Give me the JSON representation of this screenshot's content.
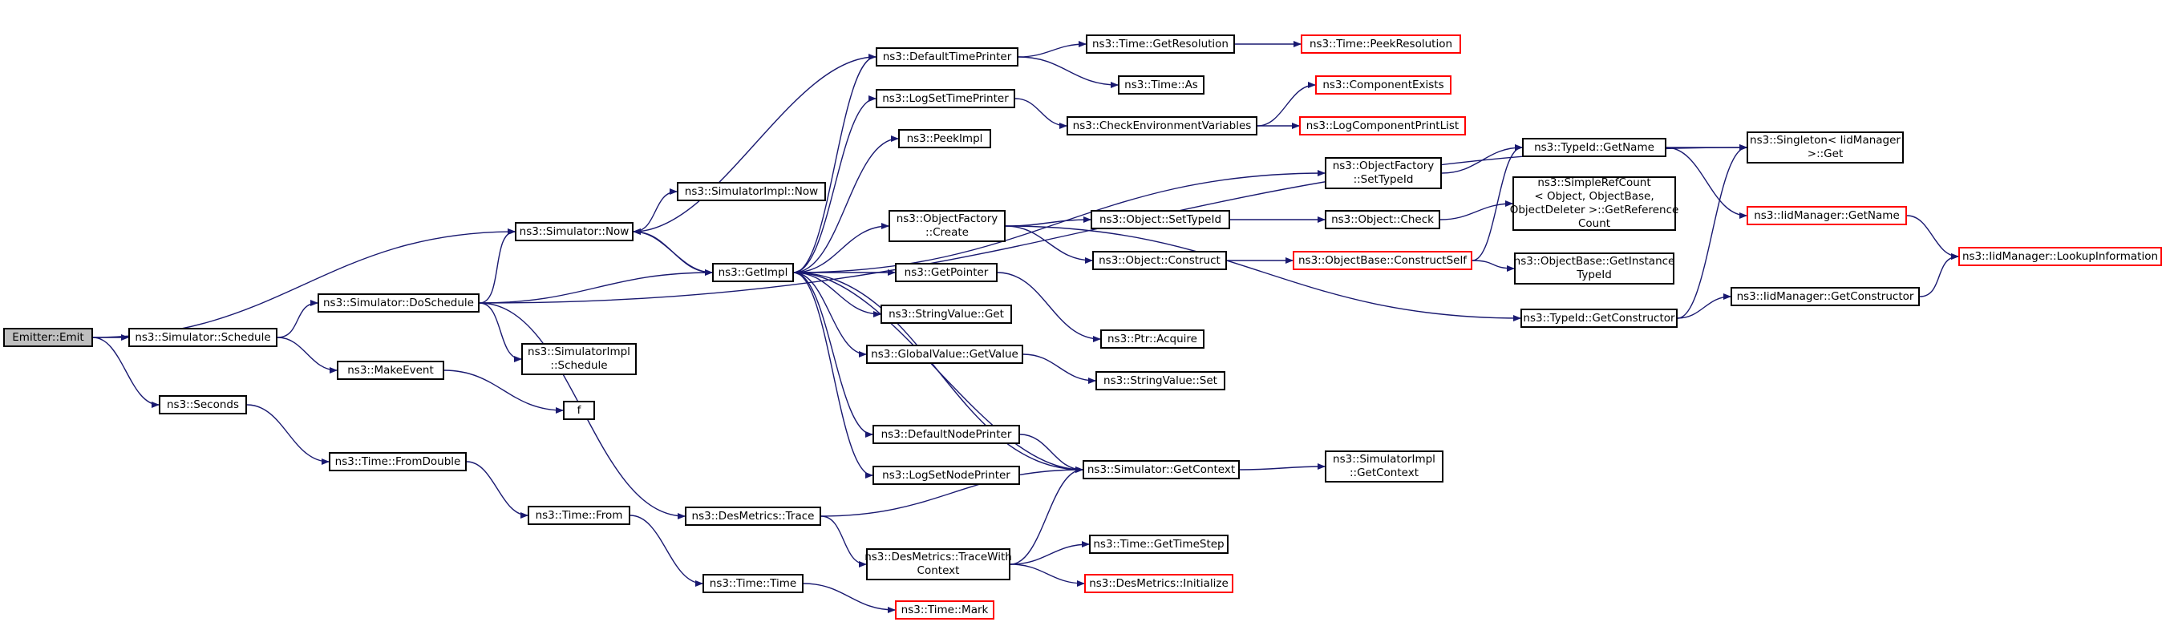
{
  "colors": {
    "edge": "#191970",
    "node_border": "#000000",
    "truncated_border": "#ff0000",
    "root_fill": "#bfbfbf",
    "background": "#ffffff"
  },
  "nodes": [
    {
      "id": "emit",
      "lines": [
        "Emitter::Emit"
      ],
      "root": true
    },
    {
      "id": "sim_schedule",
      "lines": [
        "ns3::Simulator::Schedule"
      ]
    },
    {
      "id": "seconds",
      "lines": [
        "ns3::Seconds"
      ]
    },
    {
      "id": "sim_now",
      "lines": [
        "ns3::Simulator::Now"
      ]
    },
    {
      "id": "sim_doschedule",
      "lines": [
        "ns3::Simulator::DoSchedule"
      ]
    },
    {
      "id": "makeevent",
      "lines": [
        "ns3::MakeEvent"
      ]
    },
    {
      "id": "f",
      "lines": [
        "f"
      ]
    },
    {
      "id": "time_fromdouble",
      "lines": [
        "ns3::Time::FromDouble"
      ]
    },
    {
      "id": "time_from",
      "lines": [
        "ns3::Time::From"
      ]
    },
    {
      "id": "time_time",
      "lines": [
        "ns3::Time::Time"
      ]
    },
    {
      "id": "time_mark",
      "lines": [
        "ns3::Time::Mark"
      ],
      "red": true
    },
    {
      "id": "simimpl_now",
      "lines": [
        "ns3::SimulatorImpl::Now"
      ]
    },
    {
      "id": "simimpl_schedule",
      "lines": [
        "ns3::SimulatorImpl",
        "::Schedule"
      ]
    },
    {
      "id": "getimpl",
      "lines": [
        "ns3::GetImpl"
      ]
    },
    {
      "id": "desmetrics_trace",
      "lines": [
        "ns3::DesMetrics::Trace"
      ]
    },
    {
      "id": "desmetrics_tracewith",
      "lines": [
        "ns3::DesMetrics::TraceWith",
        "Context"
      ]
    },
    {
      "id": "desmetrics_init",
      "lines": [
        "ns3::DesMetrics::Initialize"
      ],
      "red": true
    },
    {
      "id": "time_gettimestep",
      "lines": [
        "ns3::Time::GetTimeStep"
      ]
    },
    {
      "id": "default_time_printer",
      "lines": [
        "ns3::DefaultTimePrinter"
      ]
    },
    {
      "id": "logset_time_printer",
      "lines": [
        "ns3::LogSetTimePrinter"
      ]
    },
    {
      "id": "peekimpl",
      "lines": [
        "ns3::PeekImpl"
      ]
    },
    {
      "id": "objfactory_create",
      "lines": [
        "ns3::ObjectFactory",
        "::Create"
      ]
    },
    {
      "id": "getpointer",
      "lines": [
        "ns3::GetPointer"
      ]
    },
    {
      "id": "stringvalue_get",
      "lines": [
        "ns3::StringValue::Get"
      ]
    },
    {
      "id": "globalvalue_getvalue",
      "lines": [
        "ns3::GlobalValue::GetValue"
      ]
    },
    {
      "id": "default_node_printer",
      "lines": [
        "ns3::DefaultNodePrinter"
      ]
    },
    {
      "id": "logset_node_printer",
      "lines": [
        "ns3::LogSetNodePrinter"
      ]
    },
    {
      "id": "sim_getcontext",
      "lines": [
        "ns3::Simulator::GetContext"
      ]
    },
    {
      "id": "simimpl_getcontext",
      "lines": [
        "ns3::SimulatorImpl",
        "::GetContext"
      ]
    },
    {
      "id": "time_getresolution",
      "lines": [
        "ns3::Time::GetResolution"
      ]
    },
    {
      "id": "time_as",
      "lines": [
        "ns3::Time::As"
      ]
    },
    {
      "id": "time_peekresolution",
      "lines": [
        "ns3::Time::PeekResolution"
      ],
      "red": true
    },
    {
      "id": "check_env_vars",
      "lines": [
        "ns3::CheckEnvironmentVariables"
      ]
    },
    {
      "id": "component_exists",
      "lines": [
        "ns3::ComponentExists"
      ],
      "red": true
    },
    {
      "id": "logcomponent_printlist",
      "lines": [
        "ns3::LogComponentPrintList"
      ],
      "red": true
    },
    {
      "id": "objfactory_settypeid",
      "lines": [
        "ns3::ObjectFactory",
        "::SetTypeId"
      ]
    },
    {
      "id": "object_settypeid",
      "lines": [
        "ns3::Object::SetTypeId"
      ]
    },
    {
      "id": "object_check",
      "lines": [
        "ns3::Object::Check"
      ]
    },
    {
      "id": "object_construct",
      "lines": [
        "ns3::Object::Construct"
      ]
    },
    {
      "id": "objectbase_constructself",
      "lines": [
        "ns3::ObjectBase::ConstructSelf"
      ],
      "red": true
    },
    {
      "id": "ptr_acquire",
      "lines": [
        "ns3::Ptr::Acquire"
      ]
    },
    {
      "id": "stringvalue_set",
      "lines": [
        "ns3::StringValue::Set"
      ]
    },
    {
      "id": "typeid_getname",
      "lines": [
        "ns3::TypeId::GetName"
      ]
    },
    {
      "id": "simplerefcount_getrefcount",
      "lines": [
        "ns3::SimpleRefCount",
        "< Object, ObjectBase,",
        "ObjectDeleter >::GetReference",
        "Count"
      ]
    },
    {
      "id": "objectbase_getinstancetypeid",
      "lines": [
        "ns3::ObjectBase::GetInstance",
        "TypeId"
      ]
    },
    {
      "id": "typeid_getconstructor",
      "lines": [
        "ns3::TypeId::GetConstructor"
      ]
    },
    {
      "id": "singleton_get",
      "lines": [
        "ns3::Singleton< IidManager",
        ">::Get"
      ]
    },
    {
      "id": "iidmanager_getname",
      "lines": [
        "ns3::IidManager::GetName"
      ],
      "red": true
    },
    {
      "id": "iidmanager_getconstructor",
      "lines": [
        "ns3::IidManager::GetConstructor"
      ]
    },
    {
      "id": "iidmanager_lookupinformation",
      "lines": [
        "ns3::IidManager::LookupInformation"
      ],
      "red": true
    }
  ],
  "edges": [
    [
      "emit",
      "sim_now"
    ],
    [
      "emit",
      "sim_schedule"
    ],
    [
      "emit",
      "seconds"
    ],
    [
      "sim_schedule",
      "sim_doschedule"
    ],
    [
      "sim_schedule",
      "makeevent"
    ],
    [
      "makeevent",
      "f"
    ],
    [
      "seconds",
      "time_fromdouble"
    ],
    [
      "time_fromdouble",
      "time_from"
    ],
    [
      "time_from",
      "time_time"
    ],
    [
      "time_time",
      "time_mark"
    ],
    [
      "sim_doschedule",
      "sim_now"
    ],
    [
      "sim_doschedule",
      "getimpl"
    ],
    [
      "sim_doschedule",
      "simimpl_schedule"
    ],
    [
      "sim_doschedule",
      "desmetrics_trace"
    ],
    [
      "sim_doschedule",
      "singleton_get"
    ],
    [
      "sim_now",
      "simimpl_now"
    ],
    [
      "sim_now",
      "getimpl"
    ],
    [
      "desmetrics_trace",
      "desmetrics_tracewith"
    ],
    [
      "desmetrics_trace",
      "sim_getcontext"
    ],
    [
      "desmetrics_tracewith",
      "sim_getcontext"
    ],
    [
      "desmetrics_tracewith",
      "time_gettimestep"
    ],
    [
      "desmetrics_tracewith",
      "desmetrics_init"
    ],
    [
      "getimpl",
      "default_time_printer"
    ],
    [
      "getimpl",
      "logset_time_printer"
    ],
    [
      "getimpl",
      "peekimpl"
    ],
    [
      "getimpl",
      "objfactory_settypeid"
    ],
    [
      "getimpl",
      "objfactory_create"
    ],
    [
      "getimpl",
      "getpointer"
    ],
    [
      "getimpl",
      "stringvalue_get"
    ],
    [
      "getimpl",
      "globalvalue_getvalue"
    ],
    [
      "getimpl",
      "default_node_printer"
    ],
    [
      "getimpl",
      "logset_node_printer"
    ],
    [
      "getimpl",
      "sim_getcontext"
    ],
    [
      "getimpl",
      "sim_now"
    ],
    [
      "sim_getcontext",
      "getimpl"
    ],
    [
      "sim_getcontext",
      "simimpl_getcontext"
    ],
    [
      "default_node_printer",
      "sim_getcontext"
    ],
    [
      "default_time_printer",
      "time_getresolution"
    ],
    [
      "default_time_printer",
      "time_as"
    ],
    [
      "default_time_printer",
      "sim_now"
    ],
    [
      "time_getresolution",
      "time_peekresolution"
    ],
    [
      "logset_time_printer",
      "check_env_vars"
    ],
    [
      "check_env_vars",
      "component_exists"
    ],
    [
      "check_env_vars",
      "logcomponent_printlist"
    ],
    [
      "objfactory_settypeid",
      "typeid_getname"
    ],
    [
      "objfactory_create",
      "object_settypeid"
    ],
    [
      "objfactory_create",
      "object_construct"
    ],
    [
      "objfactory_create",
      "typeid_getconstructor"
    ],
    [
      "object_settypeid",
      "object_check"
    ],
    [
      "object_check",
      "simplerefcount_getrefcount"
    ],
    [
      "object_construct",
      "objectbase_constructself"
    ],
    [
      "objectbase_constructself",
      "typeid_getname"
    ],
    [
      "objectbase_constructself",
      "objectbase_getinstancetypeid"
    ],
    [
      "getpointer",
      "ptr_acquire"
    ],
    [
      "globalvalue_getvalue",
      "stringvalue_set"
    ],
    [
      "typeid_getname",
      "singleton_get"
    ],
    [
      "typeid_getname",
      "iidmanager_getname"
    ],
    [
      "typeid_getconstructor",
      "iidmanager_getconstructor"
    ],
    [
      "typeid_getconstructor",
      "singleton_get"
    ],
    [
      "iidmanager_getname",
      "iidmanager_lookupinformation"
    ],
    [
      "iidmanager_getconstructor",
      "iidmanager_lookupinformation"
    ]
  ]
}
